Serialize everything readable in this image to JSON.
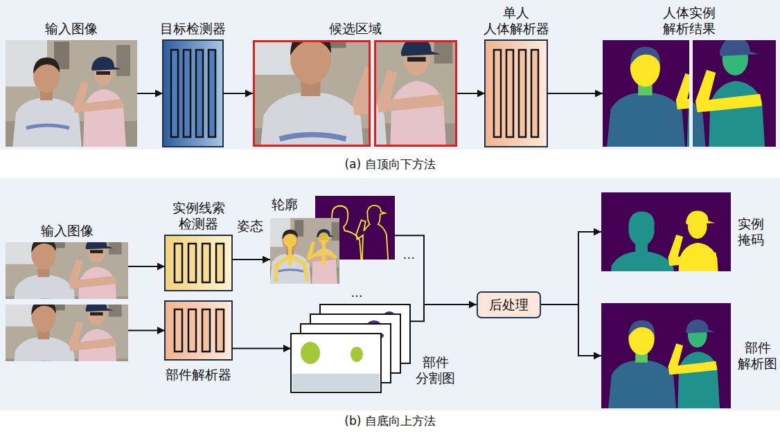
{
  "diagram": {
    "nodes": [
      {
        "text": [
          "输入图像"
        ]
      },
      {
        "text": [
          "目标检测器"
        ]
      },
      {
        "text": [
          "候选区域"
        ]
      },
      {
        "text": [
          "单人 人体解析器"
        ]
      },
      {
        "text": [
          "人体实例 解析结果"
        ]
      },
      {
        "text": [
          "输入图像"
        ]
      },
      {
        "text": [
          "实例线索 检测器"
        ]
      },
      {
        "text": [
          "轮廓",
          "姿态"
        ]
      },
      {
        "text": [
          "部件解析器"
        ]
      },
      {
        "text": [
          "部件 分割图"
        ]
      },
      {
        "text": [
          "后处理"
        ]
      },
      {
        "text": [
          "实例 掩码"
        ]
      },
      {
        "text": [
          "部件 解析图"
        ]
      }
    ],
    "edges": [
      {
        "from": 0,
        "to": 1,
        "arrow": "to"
      },
      {
        "from": 1,
        "to": 2,
        "arrow": "to"
      },
      {
        "from": 2,
        "to": 3,
        "arrow": "to"
      },
      {
        "from": 3,
        "to": 4,
        "arrow": "to"
      },
      {
        "from": 5,
        "to": 6,
        "arrow": "to"
      },
      {
        "from": 5,
        "to": 8,
        "arrow": "to"
      },
      {
        "from": 6,
        "to": 7,
        "arrow": "to"
      },
      {
        "from": 8,
        "to": 9,
        "arrow": "to"
      },
      {
        "from": 7,
        "to": 10,
        "arrow": "to"
      },
      {
        "from": 9,
        "to": 10,
        "arrow": "to"
      },
      {
        "from": 10,
        "to": 11,
        "arrow": "to"
      },
      {
        "from": 10,
        "to": 12,
        "arrow": "to"
      }
    ],
    "labels": [
      "(a) 自顶向下方法",
      "⋯",
      "…",
      "(b) 自底向上方法"
    ]
  }
}
